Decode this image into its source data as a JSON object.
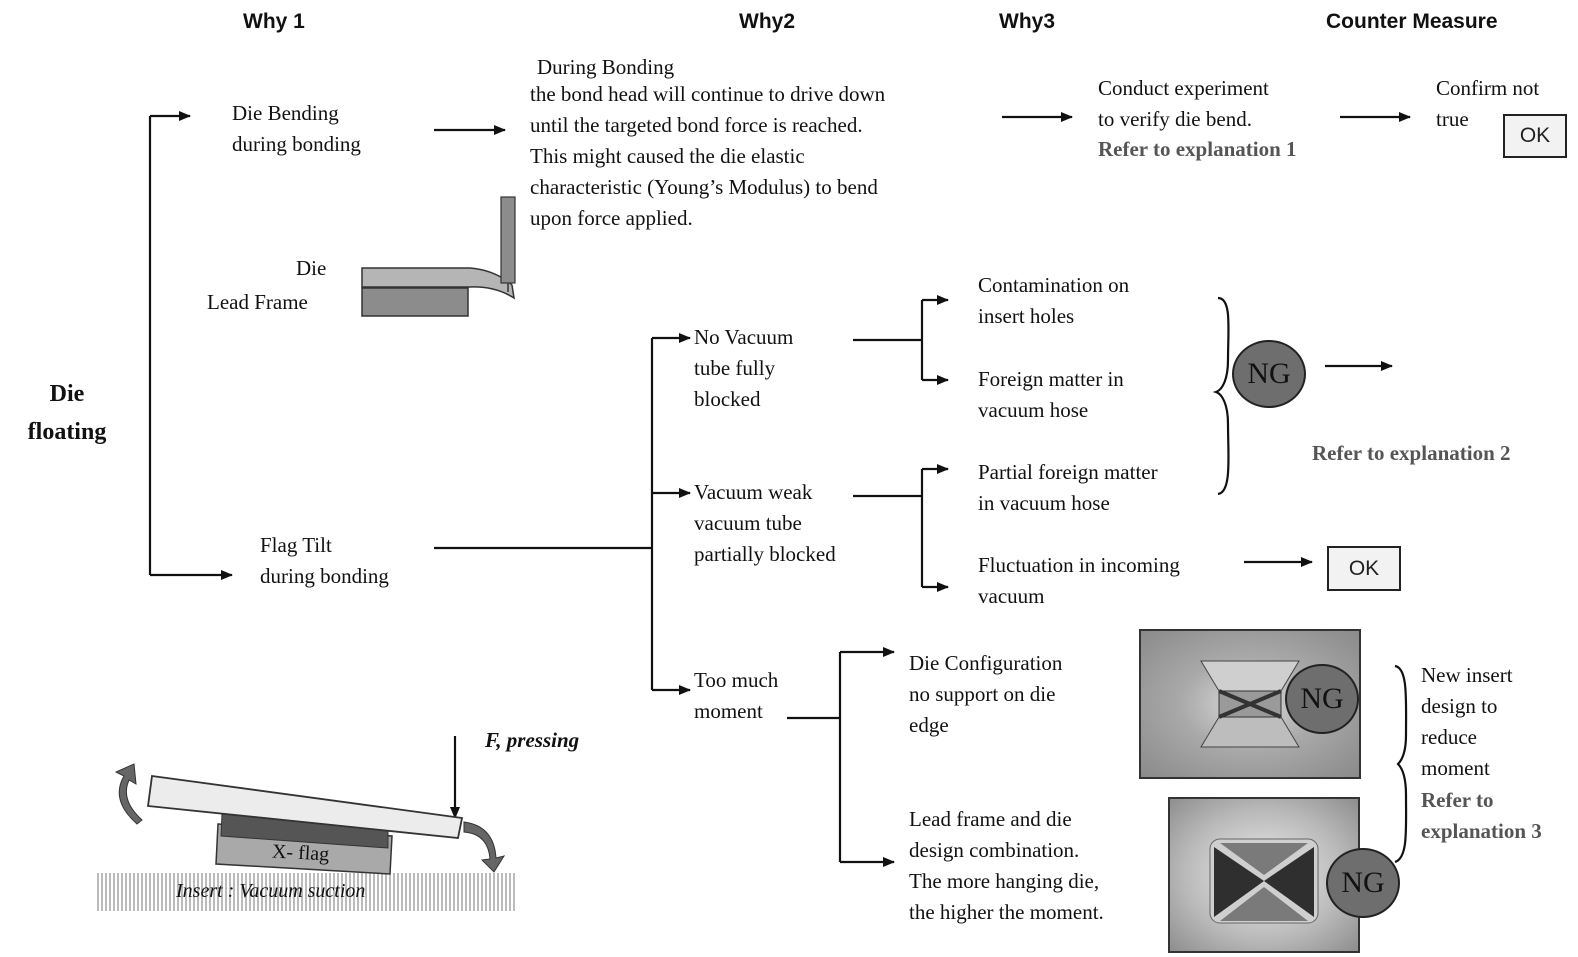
{
  "headers": {
    "why1": "Why 1",
    "why2": "Why2",
    "why3": "Why3",
    "counter": "Counter Measure"
  },
  "root": {
    "label": "Die\nfloating"
  },
  "why1": {
    "die_bending": "Die Bending\nduring bonding",
    "flag_tilt": "Flag Tilt\nduring bonding"
  },
  "why2": {
    "bonding_title": "During Bonding",
    "bonding_text": "the bond head will continue to drive down\nuntil the targeted bond force is reached.\nThis might caused the die elastic\ncharacteristic (Young’s Modulus) to bend\nupon force applied.",
    "no_vacuum": "No Vacuum\ntube fully\nblocked",
    "vacuum_weak": "Vacuum weak\nvacuum tube\npartially blocked",
    "moment": "Too much\nmoment"
  },
  "why3": {
    "experiment": "Conduct experiment\nto verify die bend.",
    "experiment_ref": "Refer to explanation 1",
    "contamination": "Contamination on\ninsert holes",
    "foreign_matter": "Foreign matter in\nvacuum hose",
    "partial_foreign": "Partial foreign matter\nin vacuum hose",
    "fluctuation": "Fluctuation in incoming\nvacuum",
    "die_config": "Die Configuration\nno support on die\nedge",
    "lead_frame_combo": "Lead frame and die\ndesign combination.\nThe more hanging die,\nthe higher the moment."
  },
  "counter": {
    "confirm": "Confirm not\ntrue",
    "ok1": "OK",
    "ok2": "OK",
    "ref2": "Refer to explanation 2",
    "new_insert": "New insert\ndesign to\nreduce\nmoment",
    "ref3": "Refer to\nexplanation 3"
  },
  "badges": {
    "ng1": "NG",
    "ng2": "NG",
    "ng3": "NG"
  },
  "illustrations": {
    "die_label": "Die",
    "lead_frame_label": "Lead Frame",
    "force_label": "F, pressing",
    "xflag_label": "X- flag",
    "insert_label": "Insert : Vacuum suction"
  }
}
